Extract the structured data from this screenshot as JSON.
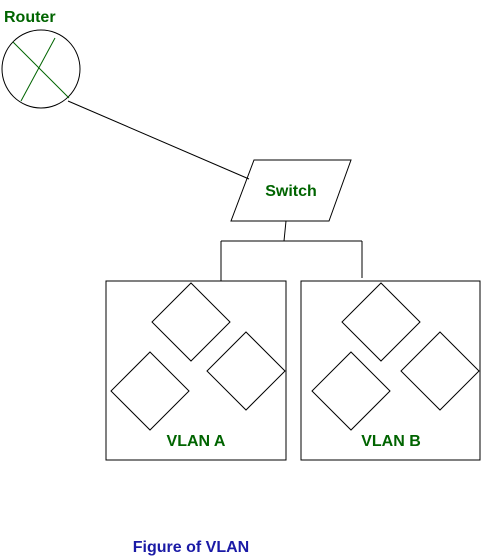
{
  "router": {
    "label": "Router"
  },
  "switch": {
    "label": "Switch"
  },
  "vlans": [
    {
      "label": "VLAN A"
    },
    {
      "label": "VLAN B"
    }
  ],
  "caption": "Figure of VLAN",
  "colors": {
    "label_green": "#006400",
    "caption_blue": "#1a1aa6",
    "stroke": "#000000"
  }
}
